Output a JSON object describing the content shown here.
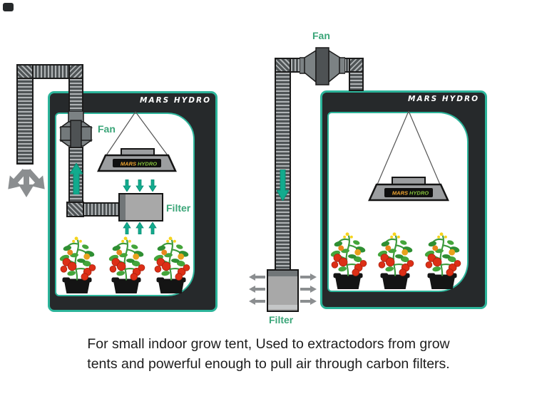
{
  "brand": {
    "tent_logo": "MARS HYDRO",
    "lamp_logo_mars": "MARS",
    "lamp_logo_hydro": "HYDRO"
  },
  "left_diagram": {
    "fan_label": "Fan",
    "filter_label": "Filter",
    "description": "Fan and carbon filter mounted inside the grow tent, exhausting air outside through ducting"
  },
  "right_diagram": {
    "fan_label": "Fan",
    "filter_label": "Filter",
    "description": "Inline fan on top of the grow tent pushing air down external ducting through a carbon filter"
  },
  "caption": {
    "line1": "For small indoor grow tent, Used to extractodors from grow",
    "line2": "tents and powerful enough to pull air through carbon filters."
  },
  "icons": {
    "exhaust-spread-arrows-icon": "⇊",
    "airflow-up-arrow-icon": "↑",
    "airflow-down-arrow-icon": "↓",
    "filter-intake-down-arrows-icon": "↓↓↓",
    "filter-intake-up-arrows-icon": "↑↑↑",
    "filter-exhaust-left-arrows-icon": "←←←",
    "filter-exhaust-right-arrows-icon": "→→→"
  },
  "colors": {
    "tent_frame": "#26292b",
    "tent_trim_teal": "#2cb49a",
    "label_green": "#3aa578",
    "airflow_teal": "#12ab8e",
    "duct_gray": "#4f5456",
    "exhaust_gray": "#8b8e90",
    "lamp_logo_orange": "#f0a732",
    "lamp_logo_green": "#86c23c",
    "caption_text": "#1d1d1d"
  }
}
